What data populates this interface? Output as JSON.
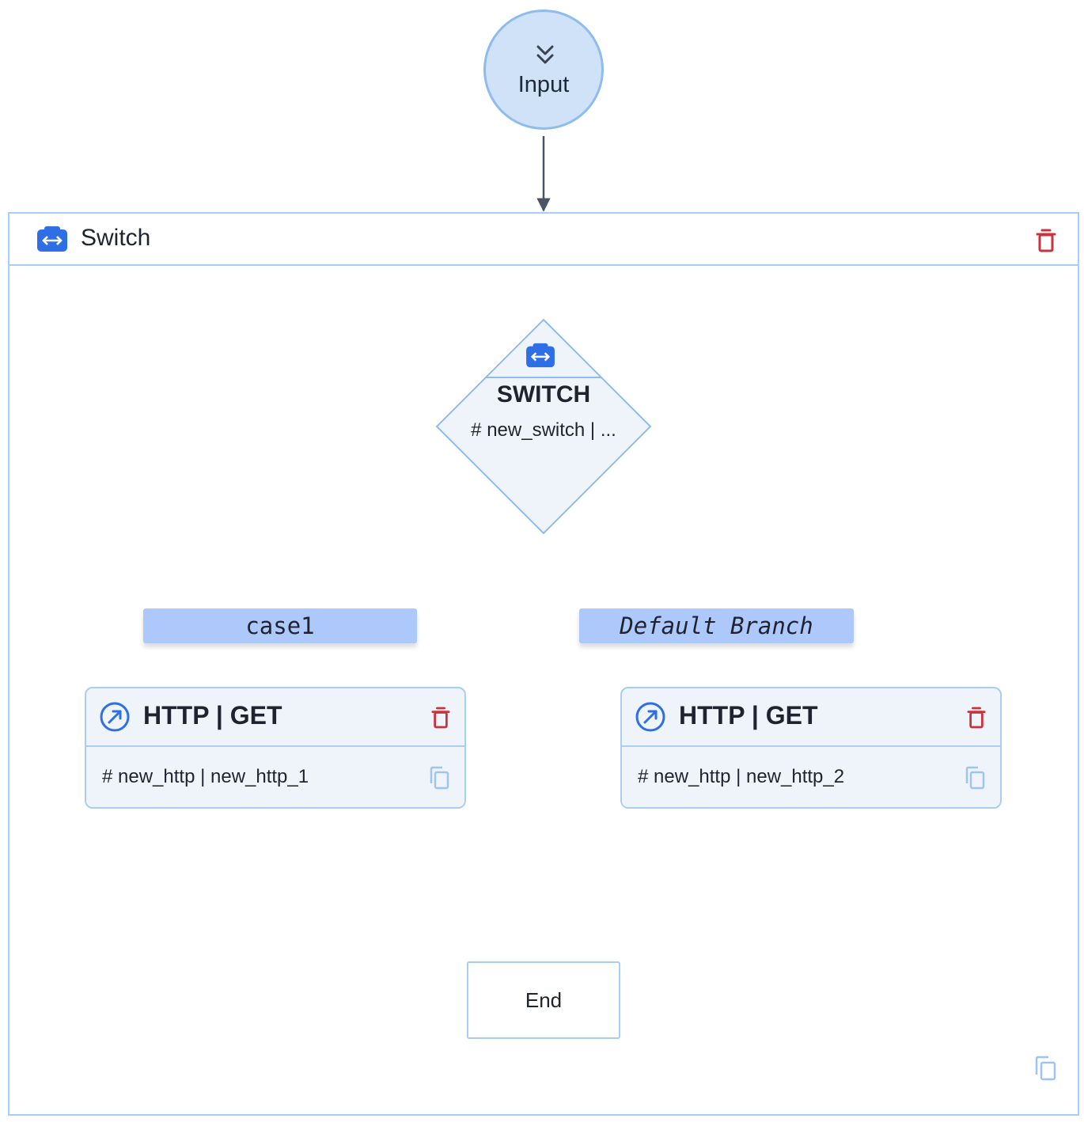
{
  "input_node": {
    "label": "Input",
    "icon": "double-chevron-down-icon"
  },
  "switch_container": {
    "title": "Switch",
    "icon": "switch-icon",
    "delete_icon": "trash-icon",
    "copy_icon": "copy-icon"
  },
  "switch_node": {
    "title": "SWITCH",
    "subtitle": "# new_switch | ...",
    "icon": "switch-icon"
  },
  "edges": [
    {
      "label": "case1",
      "italic": false
    },
    {
      "label": "Default Branch",
      "italic": true
    }
  ],
  "http_nodes": [
    {
      "title": "HTTP | GET",
      "subtitle": "# new_http | new_http_1",
      "icon": "arrow-up-right-icon"
    },
    {
      "title": "HTTP | GET",
      "subtitle": "# new_http | new_http_2",
      "icon": "arrow-up-right-icon"
    }
  ],
  "end_node": {
    "label": "End"
  },
  "colors": {
    "accent_blue": "#2f6fe6",
    "node_border": "#a9cdf3",
    "input_fill": "#cfe2f8",
    "edge_label_fill": "#96b9fa",
    "delete_red": "#c9333d",
    "edge_stroke": "#4a5464"
  }
}
